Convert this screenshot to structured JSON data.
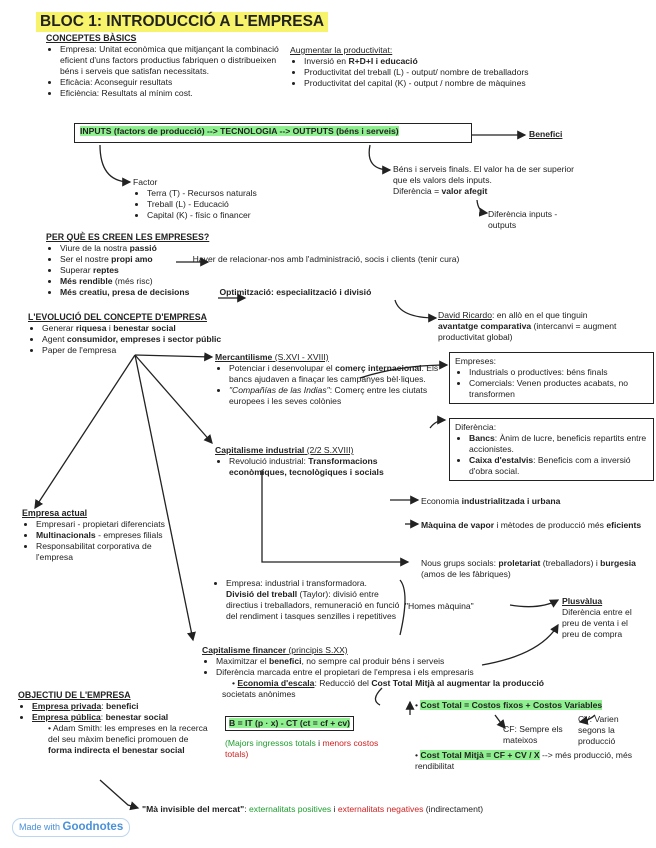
{
  "title": "BLOC 1: INTRODUCCIÓ A L'EMPRESA",
  "conceptes": {
    "heading": "CONCEPTES BÀSICS",
    "empresa": "Empresa: Unitat econòmica que mitjançant la combinació eficient d'uns factors productius fabriquen o distribueixen béns i serveis que satisfan necessitats.",
    "eficacia": "Eficàcia: Aconseguir resultats",
    "eficiencia": "Eficiència: Resultats al mínim cost."
  },
  "productivitat": {
    "heading": "Augmentar la productivitat:",
    "i1a": "Inversió en ",
    "i1b": "R+D+I i educació",
    "i2": "Productivitat del treball (L) - output/ nombre de treballadors",
    "i3": "Productivitat del capital (K) - output / nombre de màquines"
  },
  "flow": {
    "inputs": "INPUTS (factors de producció)  --> TECNOLOGIA  --> OUTPUTS (béns i serveis)",
    "benefici": "Benefici"
  },
  "factor": {
    "label": "Factor",
    "items": [
      "Terra (T) - Recursos naturals",
      "Treball (L) - Educació",
      "Capital (K) - físic o financer"
    ]
  },
  "bens": {
    "text": "Béns i serveis finals. El valor ha de ser superior que els valors dels inputs.",
    "dif_a": "Diferència = ",
    "dif_b": "valor afegit",
    "dif_inputs": "Diferència inputs - outputs"
  },
  "perque": {
    "heading": "PER QUÈ ES CREEN LES EMPRESES?",
    "i1a": "Viure de la nostra ",
    "i1b": "passió",
    "i2a": "Ser el nostre ",
    "i2b": "propi amo",
    "i2c": "Haver de relacionar-nos amb l'administració, socis i clients (tenir cura)",
    "i3a": "Superar ",
    "i3b": "reptes",
    "i4a": "Més rendible",
    "i4b": " (més risc)",
    "i5": "Més creatiu, presa de decisions",
    "optim": "Optimització: especialització i divisió",
    "ricardo_a": "David Ricardo",
    "ricardo_b": ": en allò en el que tinguin ",
    "ricardo_c": "avantatge comparativa",
    "ricardo_d": " (intercanvi = augment productivitat global)"
  },
  "evolucio": {
    "heading": "L'EVOLUCIÓ DEL CONCEPTE D'EMPRESA",
    "i1a": "Generar ",
    "i1b": "riquesa",
    "i1c": " i ",
    "i1d": "benestar social",
    "i2a": "Agent ",
    "i2b": "consumidor, empreses i sector públic",
    "i3": "Paper de l'empresa"
  },
  "mercantilisme": {
    "heading": "Mercantilisme",
    "period": " (S.XVI - XVIII)",
    "i1a": "Potenciar i desenvolupar el ",
    "i1b": "comerç internacional",
    "i1c": ". Els bancs ajudaven a finaçar les campanyes bèl·liques.",
    "i2a": "\"Compañías de las Indias\"",
    "i2b": ": Comerç entre les ciutats europees i les seves colònies"
  },
  "empreses_box": {
    "heading": "Empreses:",
    "items": [
      "Industrials o productives: béns finals",
      "Comercials: Venen productes acabats, no transformen"
    ]
  },
  "diferencia_box": {
    "heading": "Diferència:",
    "b1a": "Bancs",
    "b1b": ": Ànim de lucre, beneficis repartits entre accionistes.",
    "b2a": "Caixa d'estalvis",
    "b2b": ": Beneficis com a inversió d'obra social."
  },
  "capind": {
    "heading": "Capitalisme industrial",
    "period": " (2/2 S.XVIII)",
    "i1a": "Revolució industrial: ",
    "i1b": "Transformacions econòmiques, tecnològiques i socials",
    "r1a": "Economia ",
    "r1b": "industrialitzada i urbana",
    "r2a": "Màquina de vapor",
    "r2b": " i mètodes de producció més ",
    "r2c": "eficients",
    "r3a": "Nous grups socials: ",
    "r3b": "proletariat",
    "r3c": " (treballadors) i ",
    "r3d": "burgesia",
    "r3e": " (amos de les fàbriques)"
  },
  "actual": {
    "heading": "Empresa actual",
    "i1": "Empresari - propietari diferenciats",
    "i2a": "Multinacionals",
    "i2b": " - empreses filials",
    "i3": "Responsabilitat corporativa de l'empresa"
  },
  "taylor": {
    "i1": "Empresa: industrial i transformadora.",
    "i2a": "Divisió del treball",
    "i2b": " (Taylor): divisió entre directius i treballadors, remuneració en funció del rendiment i tasques senzilles i repetitives",
    "homes": "\"Homes màquina\""
  },
  "plusvalua": {
    "heading": "Plusvàlua",
    "text": "Diferència entre el preu de venta i el preu de compra"
  },
  "capfin": {
    "heading": "Capitalisme financer",
    "period": " (principis S.XX)",
    "i1a": "Maximitzar el ",
    "i1b": "benefici",
    ", ": "",
    "i1c": ", no sempre cal produir béns i serveis",
    "i2": "Diferència marcada entre el propietari de l'empresa i els empresaris",
    "i3a": "Economia d'escala",
    "i3b": ": Reducció del ",
    "i3c": "Cost Total Mitjà al augmentar la producció",
    "i3d": "societats anònimes"
  },
  "objectiu": {
    "heading": "OBJECTIU DE L'EMPRESA",
    "i1a": "Empresa privada",
    "i1b": ": ",
    "i1c": "benefici",
    "i2a": "Empresa pública",
    "i2b": ": ",
    "i2c": "benestar social",
    "smith_a": "Adam Smith: les empreses en la recerca del seu màxim benefici promouen de ",
    "smith_b": "forma indirecta el benestar social"
  },
  "formula": {
    "eq": "B = IT (p · x) - CT (ct = cf + cv)",
    "more_a": "(Majors ingressos totals",
    "more_b": " i ",
    "more_c": "menors costos totals)"
  },
  "costs": {
    "ct": "Cost Total = Costos fixos + Costos Variables",
    "cf": "CF: Sempre els mateixos",
    "cv": "CV: Varien segons la producció",
    "ctm": "Cost Total Mitjà = CF + CV / X",
    "ctm_b": " --> més producció, més rendibilitat"
  },
  "ma": {
    "a": "\"Mà invisible del mercat\"",
    "b": ": ",
    "c": "externalitats positives",
    "d": " i ",
    "e": "externalitats negatives",
    "f": " (indirectament)"
  },
  "badge": {
    "small": "Made with ",
    "big": "Goodnotes"
  }
}
